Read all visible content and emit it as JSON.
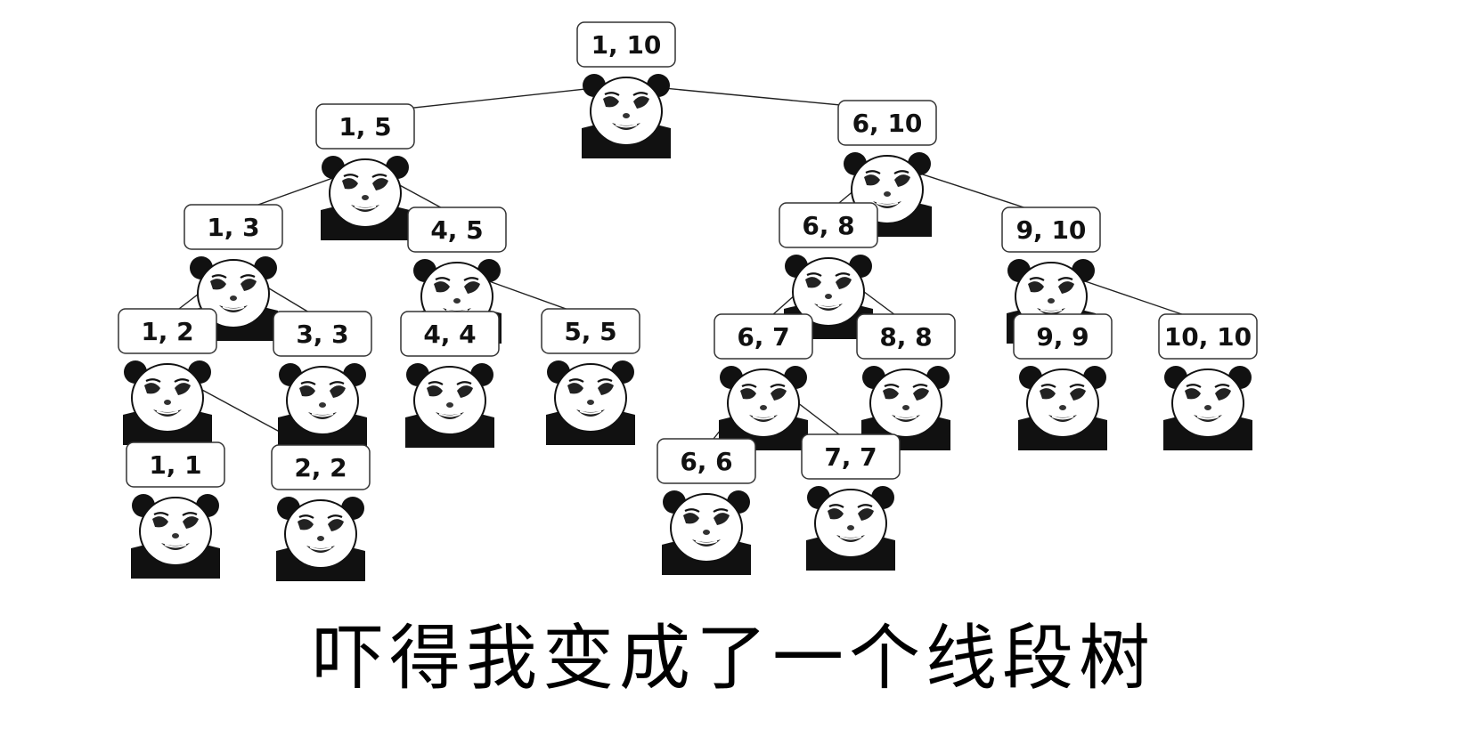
{
  "tree": {
    "nodes": [
      {
        "id": "n1_10",
        "label": "1, 10",
        "parent": null
      },
      {
        "id": "n1_5",
        "label": "1, 5",
        "parent": "n1_10"
      },
      {
        "id": "n6_10",
        "label": "6, 10",
        "parent": "n1_10"
      },
      {
        "id": "n1_3",
        "label": "1, 3",
        "parent": "n1_5"
      },
      {
        "id": "n4_5",
        "label": "4, 5",
        "parent": "n1_5"
      },
      {
        "id": "n6_8",
        "label": "6, 8",
        "parent": "n6_10"
      },
      {
        "id": "n9_10",
        "label": "9, 10",
        "parent": "n6_10"
      },
      {
        "id": "n1_2",
        "label": "1, 2",
        "parent": "n1_3"
      },
      {
        "id": "n3_3",
        "label": "3, 3",
        "parent": "n1_3"
      },
      {
        "id": "n4_4",
        "label": "4, 4",
        "parent": "n4_5"
      },
      {
        "id": "n5_5",
        "label": "5, 5",
        "parent": "n4_5"
      },
      {
        "id": "n6_7",
        "label": "6, 7",
        "parent": "n6_8"
      },
      {
        "id": "n8_8",
        "label": "8, 8",
        "parent": "n6_8"
      },
      {
        "id": "n9_9",
        "label": "9, 9",
        "parent": "n9_10"
      },
      {
        "id": "n10_10",
        "label": "10, 10",
        "parent": "n9_10"
      },
      {
        "id": "n1_1",
        "label": "1, 1",
        "parent": "n1_2"
      },
      {
        "id": "n2_2",
        "label": "2, 2",
        "parent": "n1_2"
      },
      {
        "id": "n6_6",
        "label": "6, 6",
        "parent": "n6_7"
      },
      {
        "id": "n7_7",
        "label": "7, 7",
        "parent": "n6_7"
      }
    ]
  },
  "caption": "吓得我变成了一个线段树"
}
